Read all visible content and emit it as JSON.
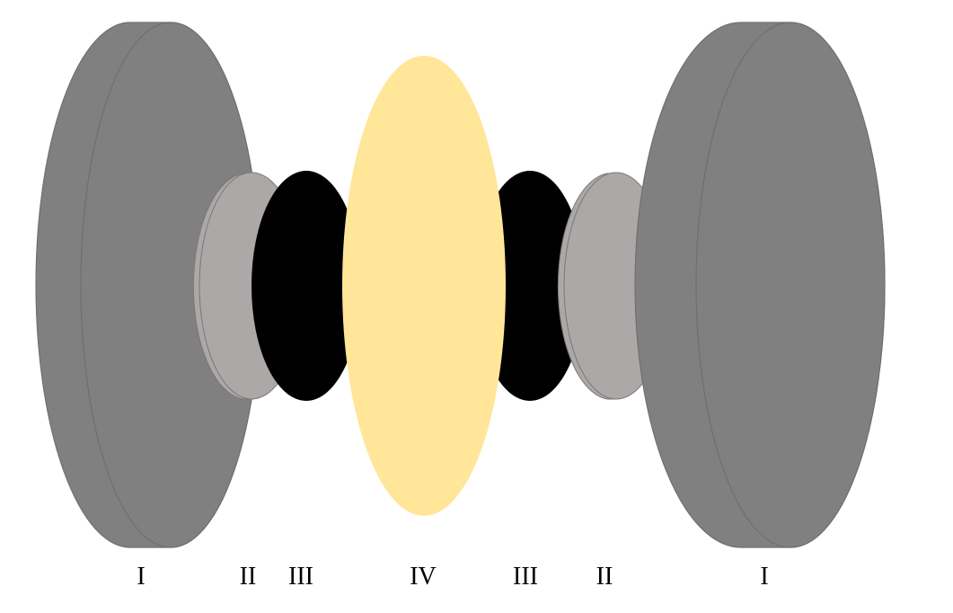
{
  "colors": {
    "outer_disc": "#808080",
    "outer_disc_edge": "#6f6f6f",
    "inner_disc": "#aba8a7",
    "inner_disc_edge": "#7a7777",
    "black_disc": "#000000",
    "center_disc": "#ffe699",
    "background": "#ffffff"
  },
  "labels": {
    "left_outer": "I",
    "left_inner": "II",
    "left_black": "III",
    "center": "IV",
    "right_black": "III",
    "right_inner": "II",
    "right_outer": "I"
  }
}
